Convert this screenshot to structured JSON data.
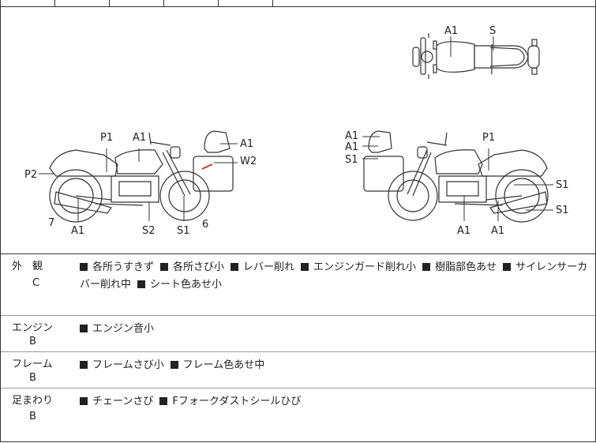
{
  "diagram": {
    "top_view": {
      "labels": [
        "A1",
        "S"
      ]
    },
    "left_side": {
      "labels": [
        "P1",
        "A1",
        "A1",
        "W2",
        "P2",
        "7",
        "A1",
        "S2",
        "S1",
        "6"
      ]
    },
    "right_side": {
      "labels": [
        "A1",
        "A1",
        "S1",
        "P1",
        "S1",
        "S1",
        "A1",
        "A1"
      ]
    },
    "damage_color": "#c0392b"
  },
  "rows": [
    {
      "label": "外　観",
      "grade": "C",
      "items": [
        "各所うすきず",
        "各所さび小",
        "レバー削れ",
        "エンジンガード削れ小",
        "樹脂部色あせ",
        "サイレンサーカバー削れ中",
        "シート色あせ小"
      ]
    },
    {
      "label": "エンジン",
      "grade": "B",
      "items": [
        "エンジン音小"
      ]
    },
    {
      "label": "フレーム",
      "grade": "B",
      "items": [
        "フレームさび小",
        "フレーム色あせ中"
      ]
    },
    {
      "label": "足まわり",
      "grade": "B",
      "items": [
        "チェーンさび",
        "Fフォークダストシールひび"
      ]
    }
  ]
}
